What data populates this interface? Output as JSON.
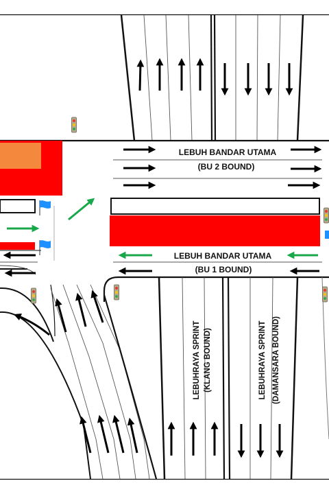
{
  "labels": {
    "bu2_name": "LEBUH BANDAR UTAMA",
    "bu2_bound": "(BU 2 BOUND)",
    "bu1_name": "LEBUH BANDAR UTAMA",
    "bu1_bound": "(BU 1 BOUND)",
    "sprint_klang_name": "LEBUHRAYA SPRINT",
    "sprint_klang_bound": "(KLANG BOUND)",
    "sprint_damansara_name": "LEBUHRAYA SPRINT",
    "sprint_damansara_bound": "(DAMANSARA BOUND)"
  },
  "colors": {
    "road_line": "#111111",
    "lane_line": "#444444",
    "arrow_black": "#000000",
    "arrow_green": "#18a84a",
    "building_red": "#ff0000",
    "building_orange": "#f4883c",
    "flag_blue": "#1e90ff",
    "signal_body": "#b0a080"
  },
  "icons": [
    "traffic-light-icon",
    "blue-flag-icon",
    "arrow-icon"
  ]
}
